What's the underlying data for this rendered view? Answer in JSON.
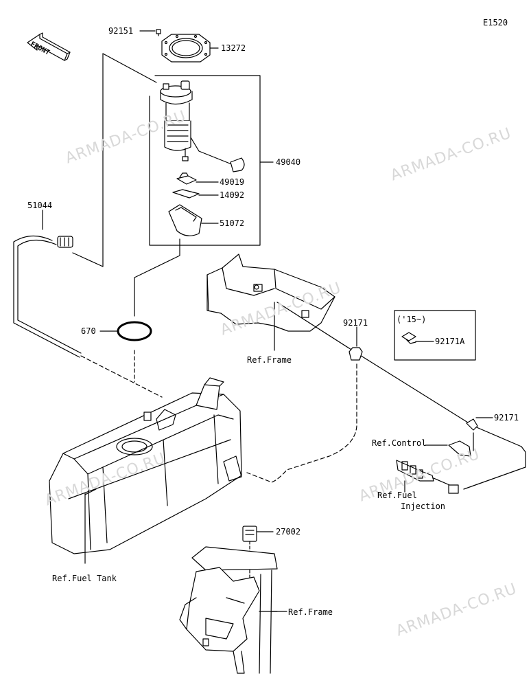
{
  "diagram_code": "E1520",
  "front_label": "FRONT",
  "watermarks": [
    "ARMADA-CO.RU",
    "ARMADA-CO.RU",
    "ARMADA-CO.RU",
    "ARMADA-CO.RU",
    "ARMADA-CO.RU",
    "ARMADA-CO.RU"
  ],
  "parts": {
    "p92151": "92151",
    "p13272": "13272",
    "p49040": "49040",
    "p49019": "49019",
    "p14092": "14092",
    "p51072": "51072",
    "p51044": "51044",
    "p670": "670",
    "p92171a": "92171",
    "p92171b": "92171",
    "p92171A": "92171A",
    "p27002": "27002"
  },
  "refs": {
    "frame_top": "Ref.Frame",
    "control": "Ref.Control",
    "fuel_injection_1": "Ref.Fuel",
    "fuel_injection_2": "Injection",
    "fuel_tank": "Ref.Fuel Tank",
    "frame_bottom": "Ref.Frame"
  },
  "inset_year": "('15~)",
  "colors": {
    "line": "#000000",
    "watermark": "#d8d8d8"
  }
}
